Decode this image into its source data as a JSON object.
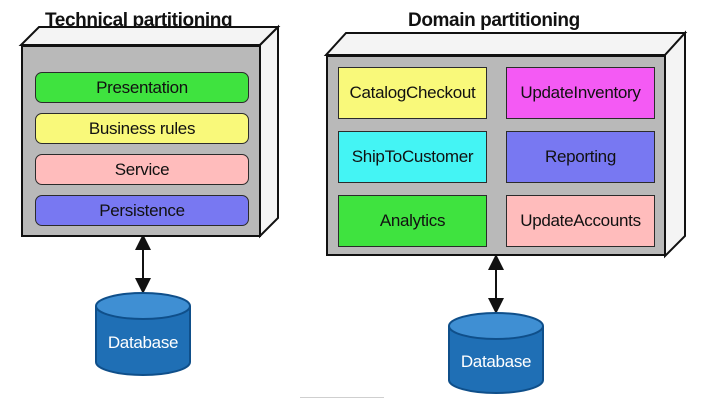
{
  "technical_partitioning": {
    "title": "Technical partitioning",
    "layers": [
      {
        "label": "Presentation",
        "color": "#3fe33f"
      },
      {
        "label": "Business rules",
        "color": "#f9f97a"
      },
      {
        "label": "Service",
        "color": "#ffbcbc"
      },
      {
        "label": "Persistence",
        "color": "#7878f2"
      }
    ],
    "database": {
      "label": "Database"
    }
  },
  "domain_partitioning": {
    "title": "Domain partitioning",
    "modules": [
      {
        "label": "CatalogCheckout",
        "color": "#f9f97a"
      },
      {
        "label": "UpdateInventory",
        "color": "#f45af4"
      },
      {
        "label": "ShipToCustomer",
        "color": "#44f4f4"
      },
      {
        "label": "Reporting",
        "color": "#7878f2"
      },
      {
        "label": "Analytics",
        "color": "#3fe33f"
      },
      {
        "label": "UpdateAccounts",
        "color": "#ffbcbc"
      }
    ],
    "database": {
      "label": "Database"
    }
  },
  "colors": {
    "frame": "#b9b9b9",
    "frame_side": "#f0f0f0",
    "database_fill": "#1f6fb5",
    "database_top": "#3f8fd3",
    "outline": "#111111"
  }
}
